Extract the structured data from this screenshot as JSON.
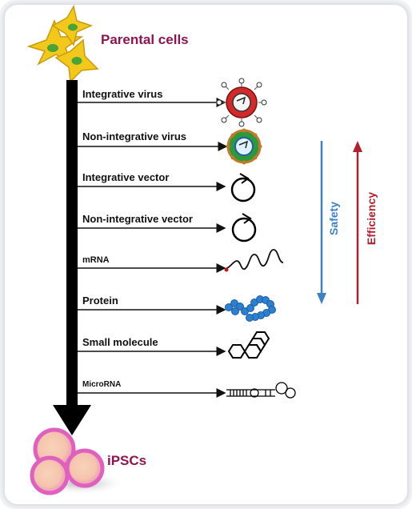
{
  "diagram": {
    "start_label": "Parental cells",
    "end_label": "iPSCs",
    "methods": [
      {
        "label": "Integrative virus",
        "icon": "integrative-virus-icon"
      },
      {
        "label": "Non-integrative virus",
        "icon": "non-integrative-virus-icon"
      },
      {
        "label": "Integrative vector",
        "icon": "circular-vector-icon"
      },
      {
        "label": "Non-integrative vector",
        "icon": "circular-vector-icon"
      },
      {
        "label": "mRNA",
        "icon": "mrna-strand-icon"
      },
      {
        "label": "Protein",
        "icon": "protein-chain-icon"
      },
      {
        "label": "Small molecule",
        "icon": "small-molecule-icon"
      },
      {
        "label": "MicroRNA",
        "icon": "microrna-hairpin-icon"
      }
    ],
    "axes": {
      "safety": {
        "label": "Safety",
        "direction": "down",
        "color": "#3d82c4"
      },
      "efficiency": {
        "label": "Efficiency",
        "direction": "up",
        "color": "#b0202d"
      }
    },
    "colors": {
      "title": "#8e1552",
      "parental_cell": "#f2c81a",
      "ipsc": "#f08ad0"
    }
  }
}
